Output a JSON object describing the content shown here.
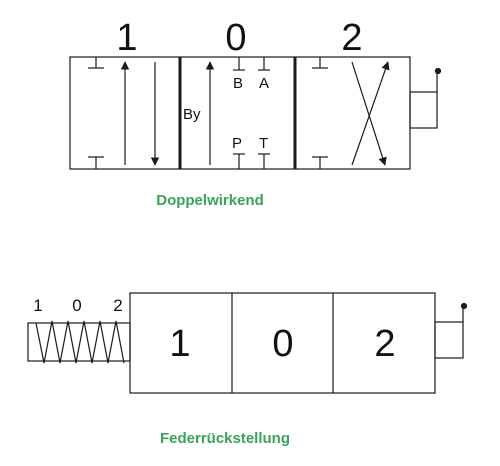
{
  "valve_top": {
    "position_labels": [
      "1",
      "0",
      "2"
    ],
    "port_labels": {
      "b": "B",
      "a": "A",
      "p": "P",
      "t": "T"
    },
    "bypass_label": "By",
    "caption": "Doppelwirkend"
  },
  "valve_bottom": {
    "position_labels": [
      "1",
      "0",
      "2"
    ],
    "spring_labels": [
      "1",
      "0",
      "2"
    ],
    "caption": "Federrückstellung"
  },
  "colors": {
    "caption": "#3aa35a",
    "line": "#1a1a1a"
  }
}
